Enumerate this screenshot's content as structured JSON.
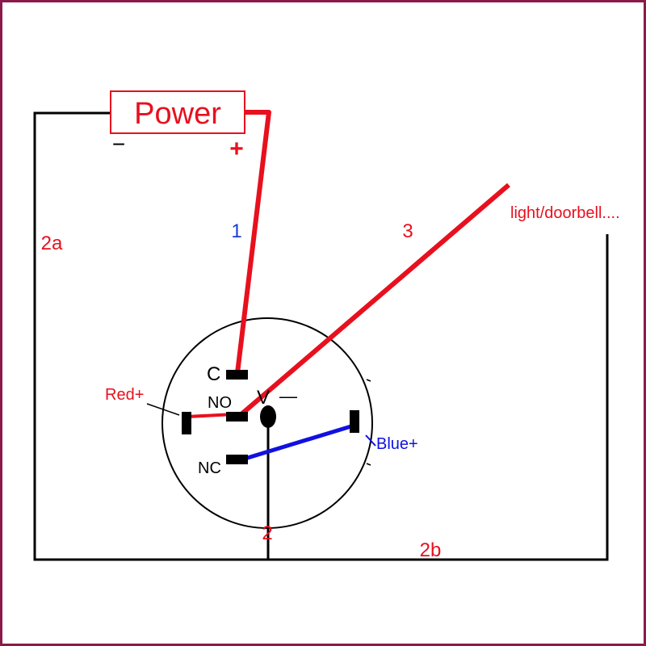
{
  "labels": {
    "power": "Power",
    "minus": "−",
    "plus": "+",
    "wire1": "1",
    "wire2a": "2a",
    "wire3": "3",
    "load": "light/doorbell....",
    "terminal_c": "C",
    "terminal_no": "NO",
    "terminal_nc": "NC",
    "terminal_v": "V",
    "terminal_v_minus": "—",
    "red_plus": "Red+",
    "blue_plus": "Blue+",
    "wire2": "2",
    "wire2b": "2b"
  },
  "colors": {
    "frame": "#8b1a4a",
    "red": "#e8101e",
    "blue": "#1010e0",
    "black": "#000000",
    "label_blue": "#1a3cd0"
  }
}
